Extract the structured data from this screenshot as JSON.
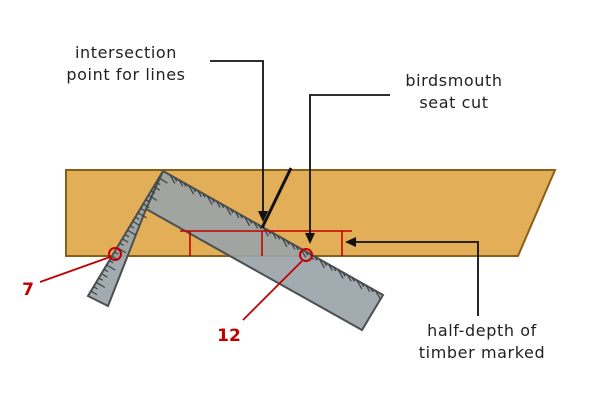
{
  "labels": {
    "intersection_line1": "intersection",
    "intersection_line2": "point for lines",
    "birdsmouth_line1": "birdsmouth",
    "birdsmouth_line2": "seat cut",
    "half_depth_line1": "half-depth of",
    "half_depth_line2": "timber marked",
    "mark_7": "7",
    "mark_12": "12"
  },
  "colors": {
    "timber_fill": "#e2ae58",
    "timber_stroke": "#8a6018",
    "square_fill": "#9aa4a8",
    "square_stroke": "#4a4f52",
    "mark_red": "#c00000",
    "leader_black": "#111111"
  }
}
